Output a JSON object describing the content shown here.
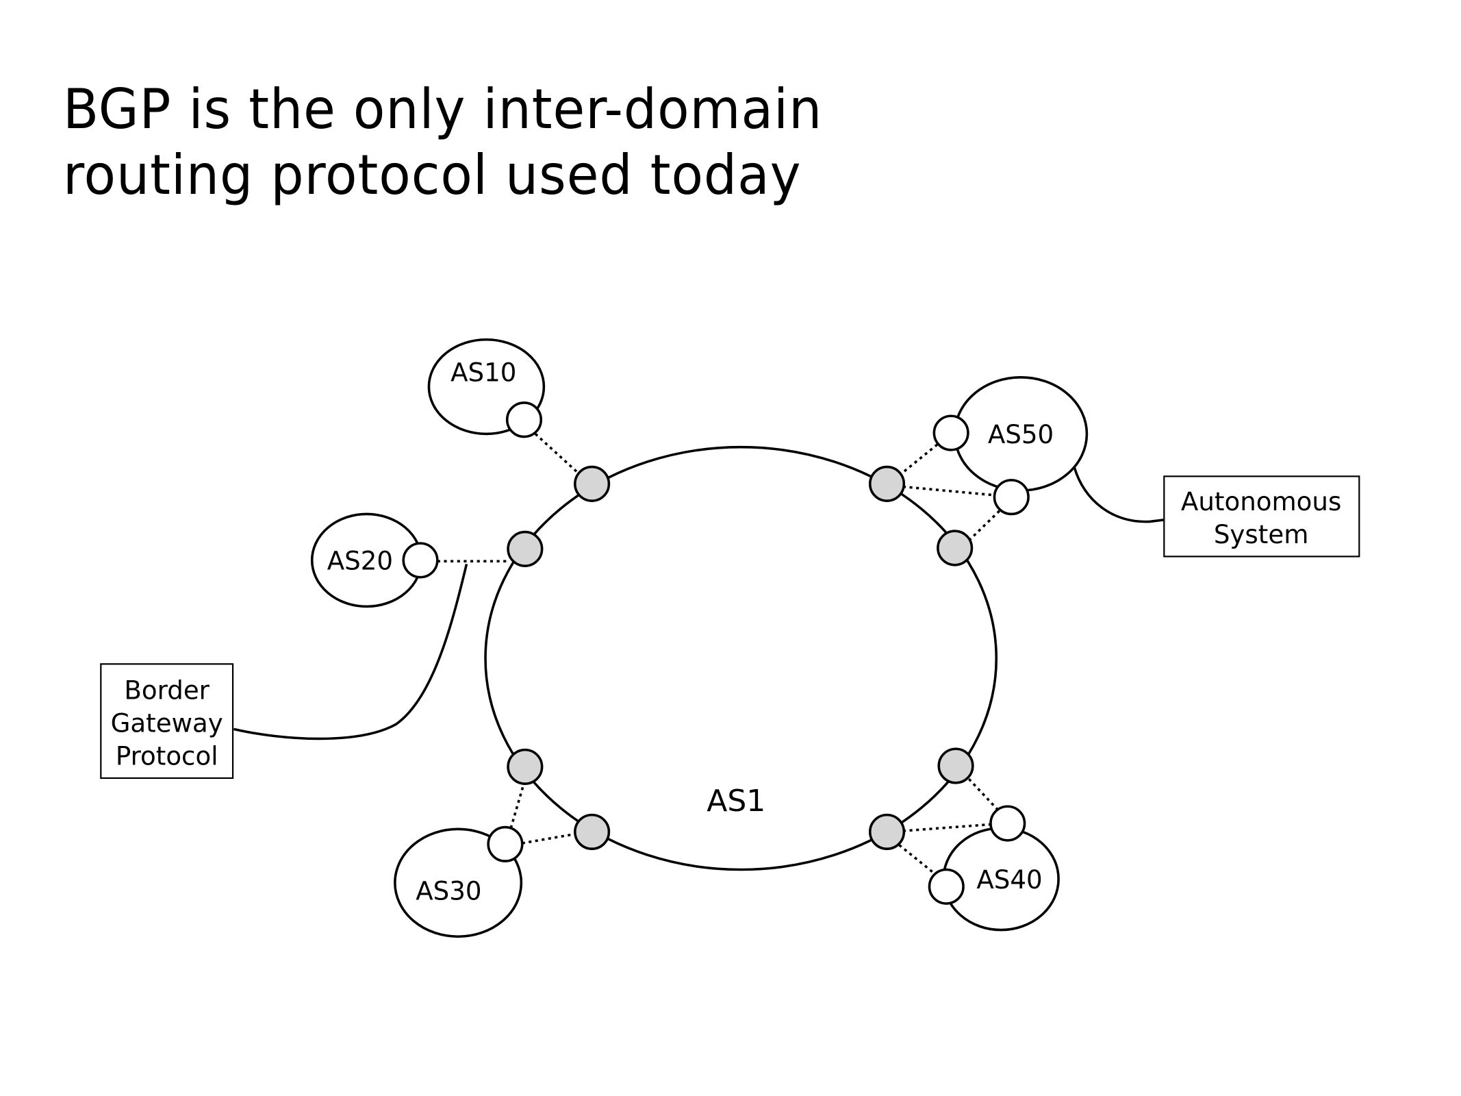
{
  "slide": {
    "title_lines": [
      "BGP is the only inter-domain",
      "routing protocol used today"
    ]
  },
  "diagram": {
    "core_as": {
      "label": "AS1"
    },
    "neighbor_as": [
      {
        "id": "as10",
        "label": "AS10"
      },
      {
        "id": "as20",
        "label": "AS20"
      },
      {
        "id": "as30",
        "label": "AS30"
      },
      {
        "id": "as40",
        "label": "AS40"
      },
      {
        "id": "as50",
        "label": "AS50"
      }
    ],
    "callouts": {
      "bgp": {
        "lines": [
          "Border",
          "Gateway",
          "Protocol"
        ]
      },
      "as": {
        "lines": [
          "Autonomous",
          "System"
        ]
      }
    },
    "colors": {
      "internal_router": "#d6d6d6",
      "border_router": "#ffffff",
      "stroke": "#000000"
    }
  }
}
